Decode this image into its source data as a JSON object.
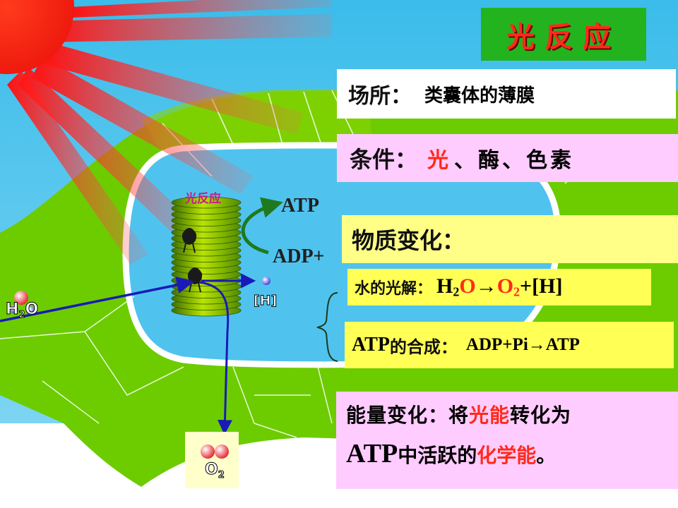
{
  "title": "光反应",
  "site": {
    "label": "场所：",
    "value": "类囊体的薄膜"
  },
  "condition": {
    "label": "条件：",
    "light": "光",
    "rest": "、酶、色素"
  },
  "material": {
    "label": "物质变化："
  },
  "photolysis": {
    "label": "水的光解：",
    "h2o_h": "H",
    "h2o_sub": "2",
    "h2o_o": "O",
    "arrow": "→",
    "o2_o": "O",
    "o2_sub": "2",
    "tail": "+[H]"
  },
  "synthesis": {
    "label_atp": "ATP",
    "label_cn": "的合成：",
    "equation": "ADP+Pi→ATP"
  },
  "energy": {
    "label": "能量变化：",
    "w1": "将",
    "w2": "光能",
    "w3": "转化为",
    "atp": "ATP",
    "w4": "中活跃的",
    "w5": "化学能",
    "w6": "。"
  },
  "diagram": {
    "stack_title": "光反应",
    "atp": "ATP",
    "adp": "ADP+",
    "h_label": "[H]",
    "h2o_h": "H",
    "h2o_sub": "2",
    "h2o_o": "O",
    "o2_o": "O",
    "o2_sub": "2"
  },
  "colors": {
    "sky": "#44c4ef",
    "leaf_green": "#66cc00",
    "stroma_blue": "#4fc3ee",
    "title_bg": "#22b31f",
    "accent_red": "#ff2a1a",
    "arrow_blue": "#1a1ab8",
    "arrow_green": "#1f7a1f"
  }
}
